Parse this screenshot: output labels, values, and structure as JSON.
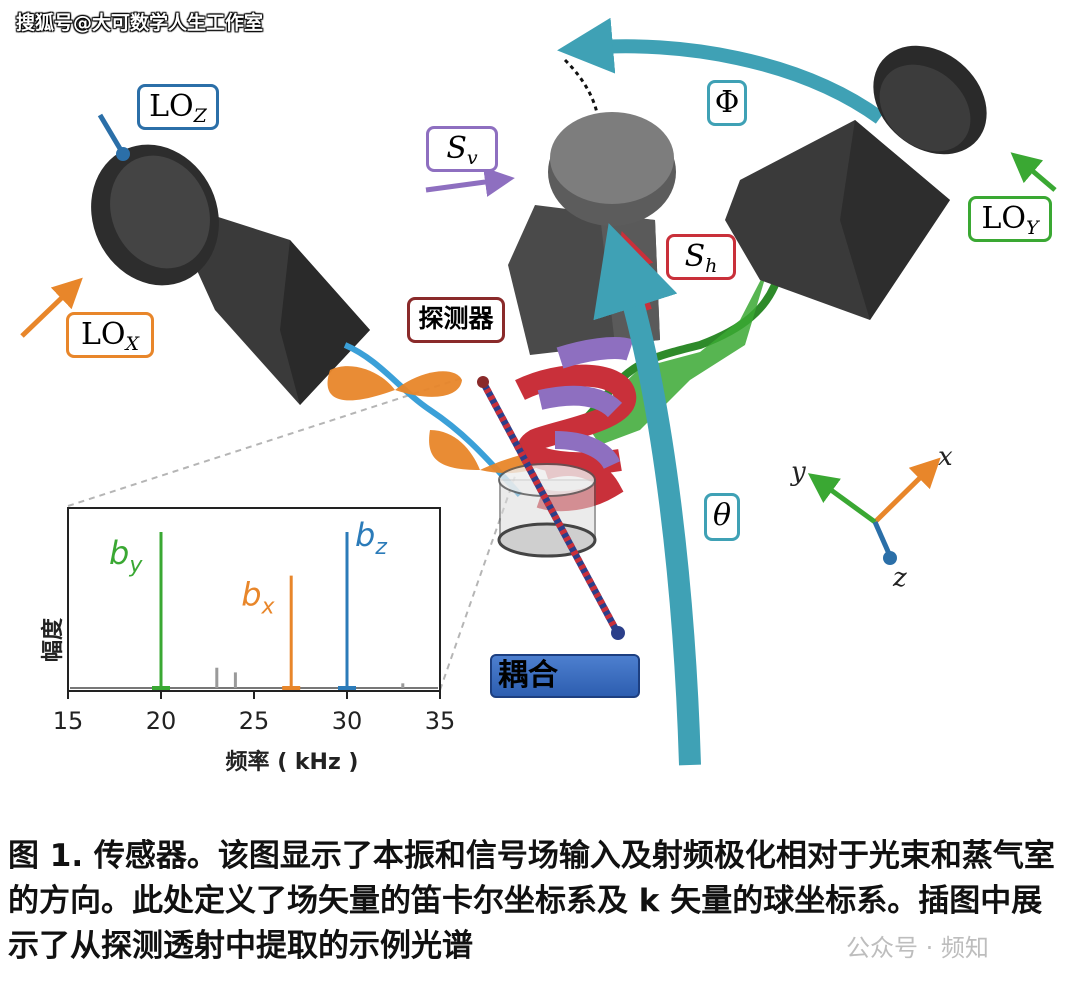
{
  "watermark": "搜狐号@大可数学人生工作室",
  "labels": {
    "lo_z_main": "LO",
    "lo_z_sub": "Z",
    "lo_x_main": "LO",
    "lo_x_sub": "X",
    "lo_y_main": "LO",
    "lo_y_sub": "Y",
    "s_v_main": "S",
    "s_v_sub": "v",
    "s_h_main": "S",
    "s_h_sub": "h",
    "phi": "Φ",
    "theta": "θ",
    "detector": "探测器",
    "coupling": "耦合",
    "axis_x": "x",
    "axis_y": "y",
    "axis_z": "z"
  },
  "inset": {
    "ylabel": "幅度",
    "xlabel": "频率 ( kHz )",
    "xticks": [
      "15",
      "20",
      "25",
      "30",
      "35"
    ],
    "peak_labels": [
      {
        "base": "b",
        "sub": "y",
        "color": "#3aa833"
      },
      {
        "base": "b",
        "sub": "x",
        "color": "#e8862a"
      },
      {
        "base": "b",
        "sub": "z",
        "color": "#2b7bb9"
      }
    ]
  },
  "chart_data": {
    "type": "line",
    "xlabel": "频率 ( kHz )",
    "ylabel": "幅度",
    "xlim": [
      15,
      35
    ],
    "xticks": [
      15,
      20,
      25,
      30,
      35
    ],
    "grid": false,
    "series": [
      {
        "name": "b_y",
        "color": "#3aa833",
        "x": [
          20
        ],
        "y": [
          1.0
        ]
      },
      {
        "name": "b_x",
        "color": "#e8862a",
        "x": [
          27
        ],
        "y": [
          0.72
        ]
      },
      {
        "name": "b_z",
        "color": "#2b7bb9",
        "x": [
          30
        ],
        "y": [
          1.0
        ]
      }
    ],
    "minor_peaks": {
      "color": "#9a9a9a",
      "x": [
        23,
        24,
        33
      ],
      "y": [
        0.13,
        0.1,
        0.03
      ]
    }
  },
  "caption": "图 1. 传感器。该图显示了本振和信号场输入及射频极化相对于光束和蒸气室的方向。此处定义了场矢量的笛卡尔坐标系及 k 矢量的球坐标系。插图中展示了从探测透射中提取的示例光谱",
  "watermark2": "公众号 · 频知",
  "colors": {
    "lo_x": "#e8862a",
    "lo_y": "#3aa833",
    "lo_z": "#2b6fa8",
    "s_v": "#8e6fc0",
    "s_h": "#c9303a",
    "theta_phi": "#3fa1b5",
    "horn": "#3d3d3d"
  }
}
